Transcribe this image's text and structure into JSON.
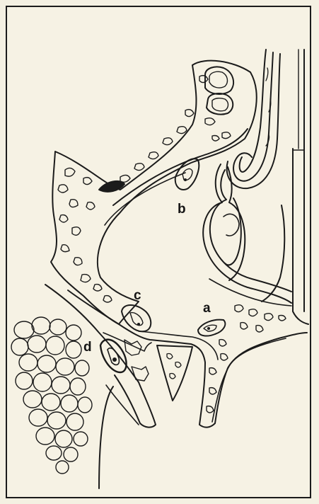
{
  "figure": {
    "labels": {
      "a": "a",
      "b": "b",
      "c": "c",
      "d": "d"
    },
    "colors": {
      "background": "#f4f0e2",
      "ink": "#1b1b1b"
    }
  }
}
